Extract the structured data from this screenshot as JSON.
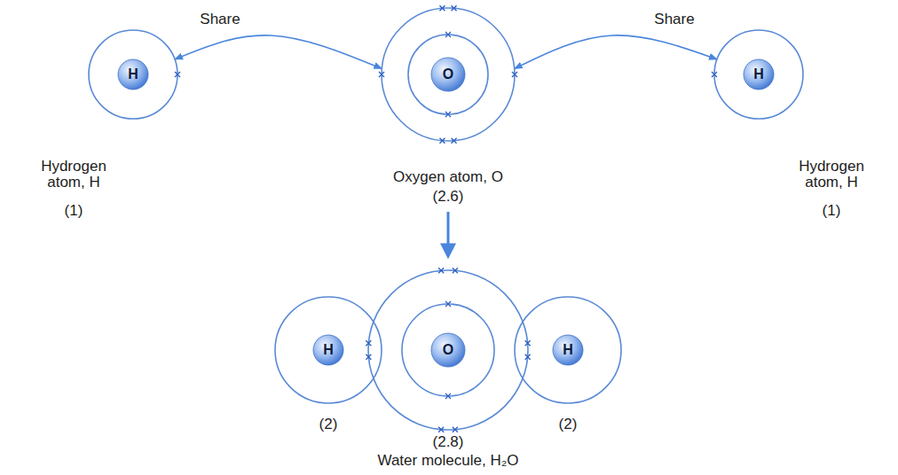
{
  "diagram": {
    "nodes": [
      {
        "text": [
          "H",
          "Hydrogen atom, H",
          "(1)"
        ]
      },
      {
        "text": [
          "O",
          "Oxygen atom, O",
          "(2.6)"
        ]
      },
      {
        "text": [
          "H",
          "Hydrogen atom, H",
          "(1)"
        ]
      },
      {
        "text": [
          "Water molecule, H₂O"
        ]
      },
      {
        "text": [
          "H",
          "(2)"
        ],
        "in": 3
      },
      {
        "text": [
          "O",
          "(2.8)"
        ],
        "in": 3
      },
      {
        "text": [
          "H",
          "(2)"
        ],
        "in": 3
      }
    ],
    "edges": [
      {
        "from": 0,
        "to": 1,
        "arrow": "both",
        "label": "Share"
      },
      {
        "from": 1,
        "to": 2,
        "arrow": "both",
        "label": "Share"
      },
      {
        "from": 1,
        "to": 3,
        "arrow": "to"
      }
    ]
  }
}
